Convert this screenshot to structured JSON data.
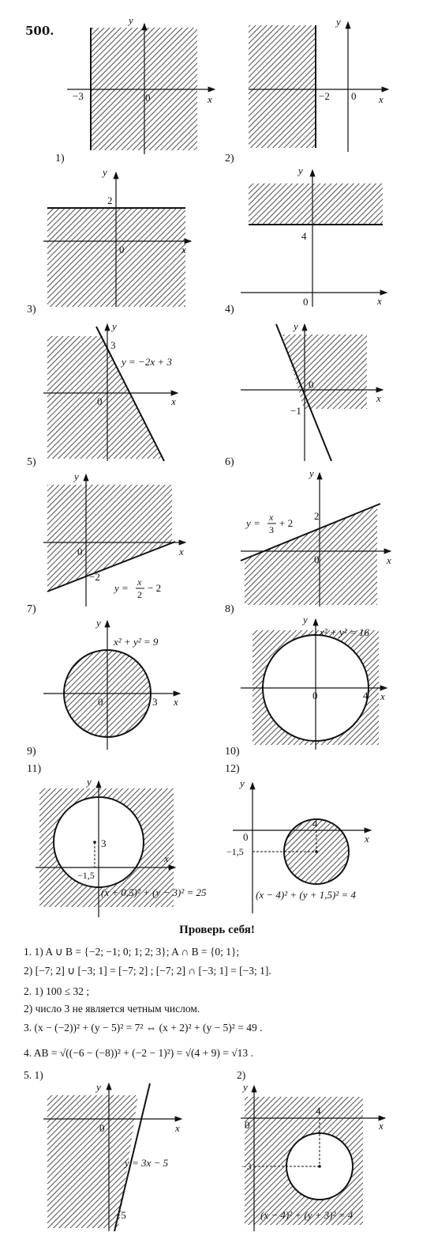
{
  "problem_number": "500.",
  "fig_labels": [
    "1)",
    "2)",
    "3)",
    "4)",
    "5)",
    "6)",
    "7)",
    "8)",
    "9)",
    "10)",
    "11)",
    "12)"
  ],
  "axis": {
    "x": "x",
    "y": "y"
  },
  "ticks": {
    "f1": [
      "−3",
      "0"
    ],
    "f2": [
      "−2",
      "0"
    ],
    "f3": [
      "2",
      "0"
    ],
    "f4": [
      "4",
      "0"
    ],
    "f5": [
      "3",
      "0"
    ],
    "f6": [
      "0",
      "−1"
    ],
    "f7": [
      "0",
      "−2"
    ],
    "f8": [
      "2",
      "0"
    ],
    "f9": [
      "0",
      "3"
    ],
    "f10": [
      "0",
      "4"
    ],
    "f11": [
      "3",
      "−1,5"
    ],
    "f12": [
      "0",
      "4",
      "−1,5"
    ],
    "c1": [
      "0",
      "−5"
    ],
    "c2": [
      "0",
      "4",
      "−3"
    ]
  },
  "equations": {
    "f5": "y = −2x + 3",
    "f7_lhs": "y =",
    "f7_num": "x",
    "f7_den": "2",
    "f7_rhs": "− 2",
    "f8_lhs": "y =",
    "f8_num": "x",
    "f8_den": "3",
    "f8_rhs": "+ 2",
    "f9": "x² + y² = 9",
    "f10": "x² + y² = 16",
    "f11": "(x + 0,5)² + (y − 3)² = 25",
    "f12": "(x − 4)² + (y + 1,5)² = 4",
    "c1": "y = 3x − 5",
    "c2": "(x − 4)² + (y + 3)² = 4"
  },
  "check": {
    "title": "Проверь себя!",
    "l1": "1. 1) A ∪ B = {−2; −1; 0; 1; 2; 3};  A ∩ B = {0; 1};",
    "l2": "2) [−7; 2] ∪ [−3; 1] = [−7; 2] ; [−7; 2] ∩ [−3; 1] = [−3; 1].",
    "l3": "2. 1) 100 ≤ 32 ;",
    "l4": "2) число 3 не является четным числом.",
    "l5": "3. (x − (−2))² + (y − 5)² = 7² ⇔ (x + 2)² + (y − 5)² = 49 .",
    "l6": "4. AB = √((−6 − (−8))² + (−2 − 1)²) = √(4 + 9) = √13 .",
    "l7a": "5. 1)",
    "l7b": "2)"
  }
}
